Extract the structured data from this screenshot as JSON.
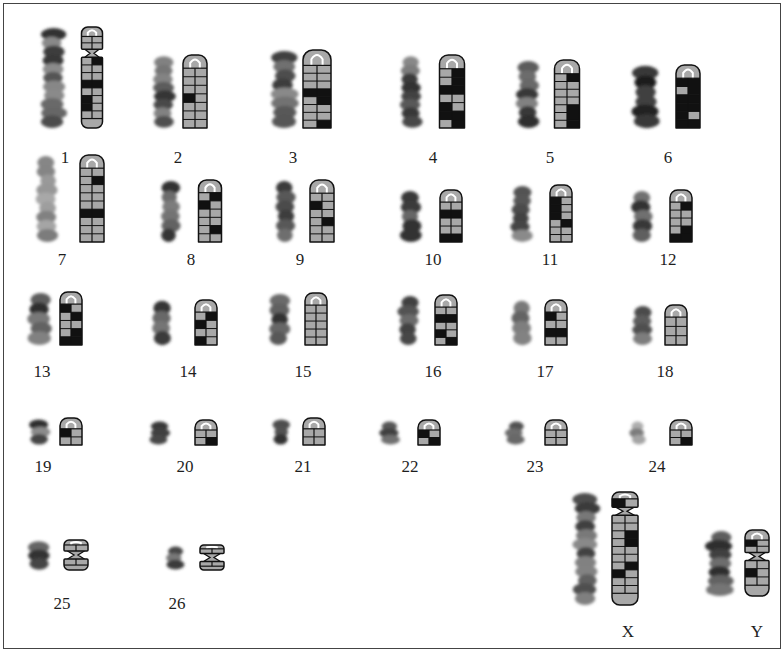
{
  "diagram": {
    "labels": [
      "1",
      "2",
      "3",
      "4",
      "5",
      "6",
      "7",
      "8",
      "9",
      "10",
      "11",
      "12",
      "13",
      "14",
      "15",
      "16",
      "17",
      "18",
      "19",
      "20",
      "21",
      "22",
      "23",
      "24",
      "25",
      "26",
      "X",
      "Y"
    ]
  }
}
